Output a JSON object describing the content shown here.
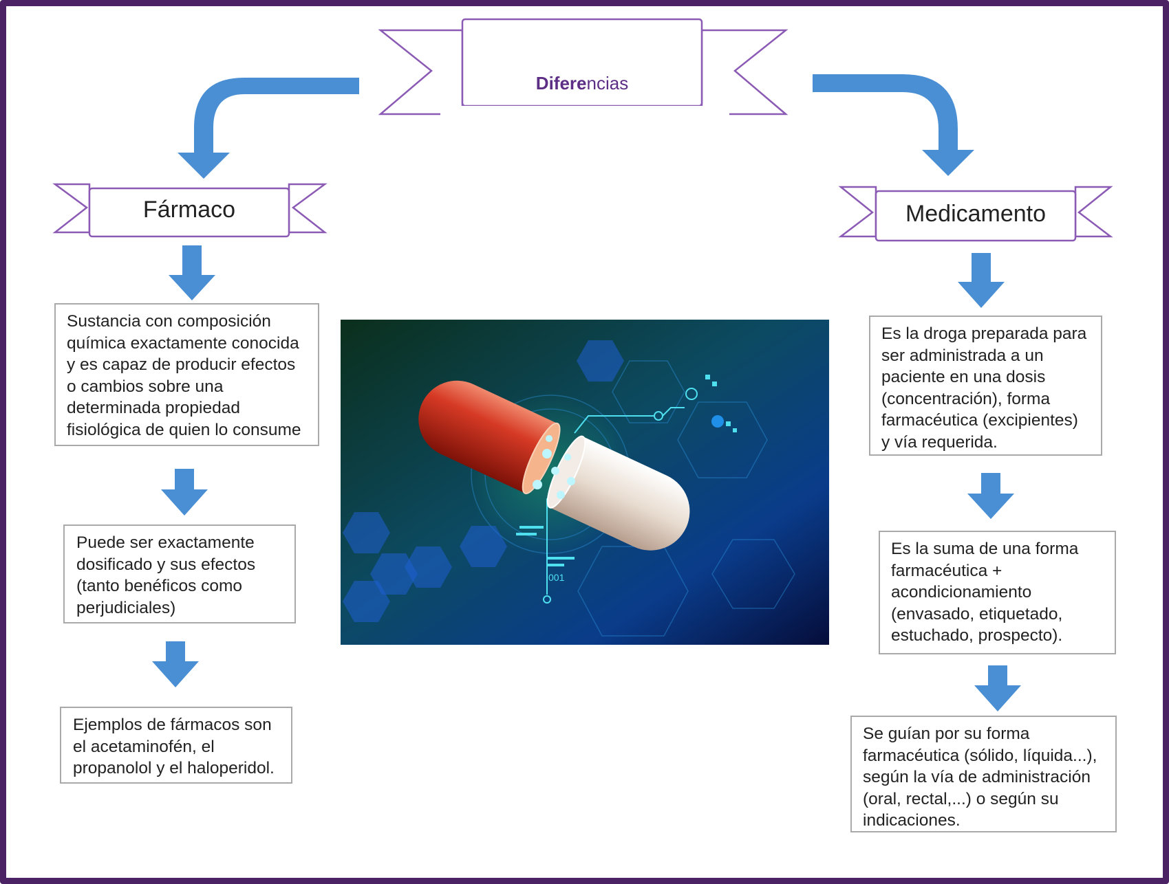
{
  "title": {
    "bold": "Difere",
    "rest": "ncias"
  },
  "left": {
    "heading": "Fármaco",
    "boxes": [
      "Sustancia con composición química exactamente conocida y es capaz de producir efectos o cambios sobre una determinada propiedad fisiológica de quien lo consume",
      "Puede ser exactamente dosificado y sus efectos (tanto benéficos como perjudiciales)",
      "Ejemplos de fármacos son el acetaminofén, el propanolol y el haloperidol."
    ]
  },
  "right": {
    "heading": "Medicamento",
    "boxes": [
      "Es la droga preparada para ser administrada a un paciente en una dosis (concentración), forma farmacéutica (excipientes) y vía requerida.",
      "Es la suma de una forma farmacéutica + acondicionamiento (envasado, etiquetado, estuchado, prospecto).",
      "Se guían por su forma farmacéutica (sólido, líquida...), según la vía de administración (oral, rectal,...) o según su indicaciones."
    ]
  },
  "illustration": {
    "code_label": "001"
  },
  "colors": {
    "frame": "#4b2263",
    "arrow": "#4a8fd4",
    "banner": "#8b5ab4",
    "title": "#5d2e86"
  }
}
